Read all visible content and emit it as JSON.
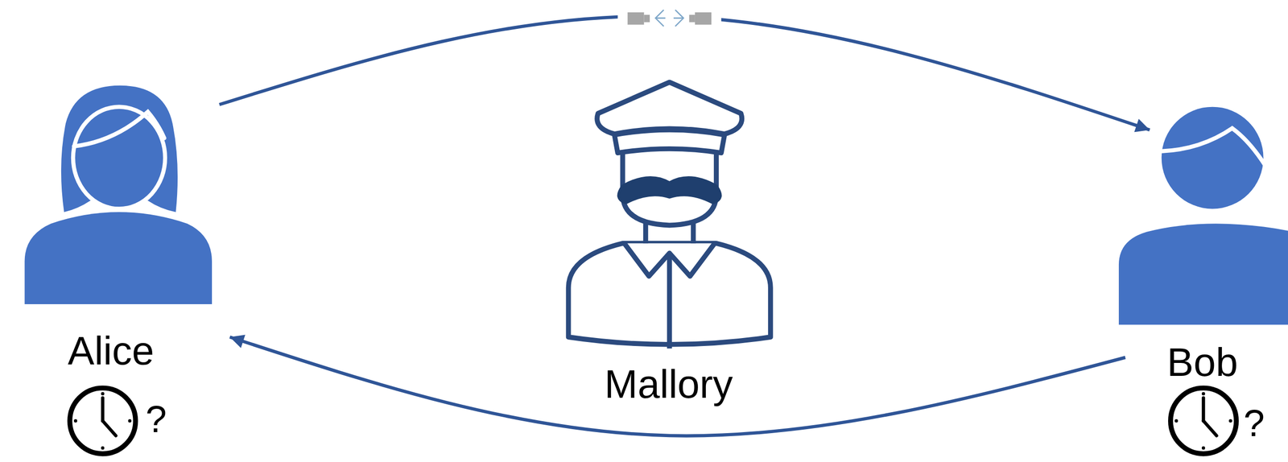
{
  "diagram": {
    "nodes": [
      {
        "text": [
          "Alice"
        ]
      },
      {
        "text": [
          "Mallory"
        ]
      },
      {
        "text": [
          "Bob"
        ]
      }
    ],
    "edges": [
      {
        "from": 0,
        "to": 2,
        "arrow": "to"
      },
      {
        "from": 2,
        "to": 0,
        "arrow": "to"
      }
    ],
    "labels": [
      "?",
      "?"
    ]
  }
}
